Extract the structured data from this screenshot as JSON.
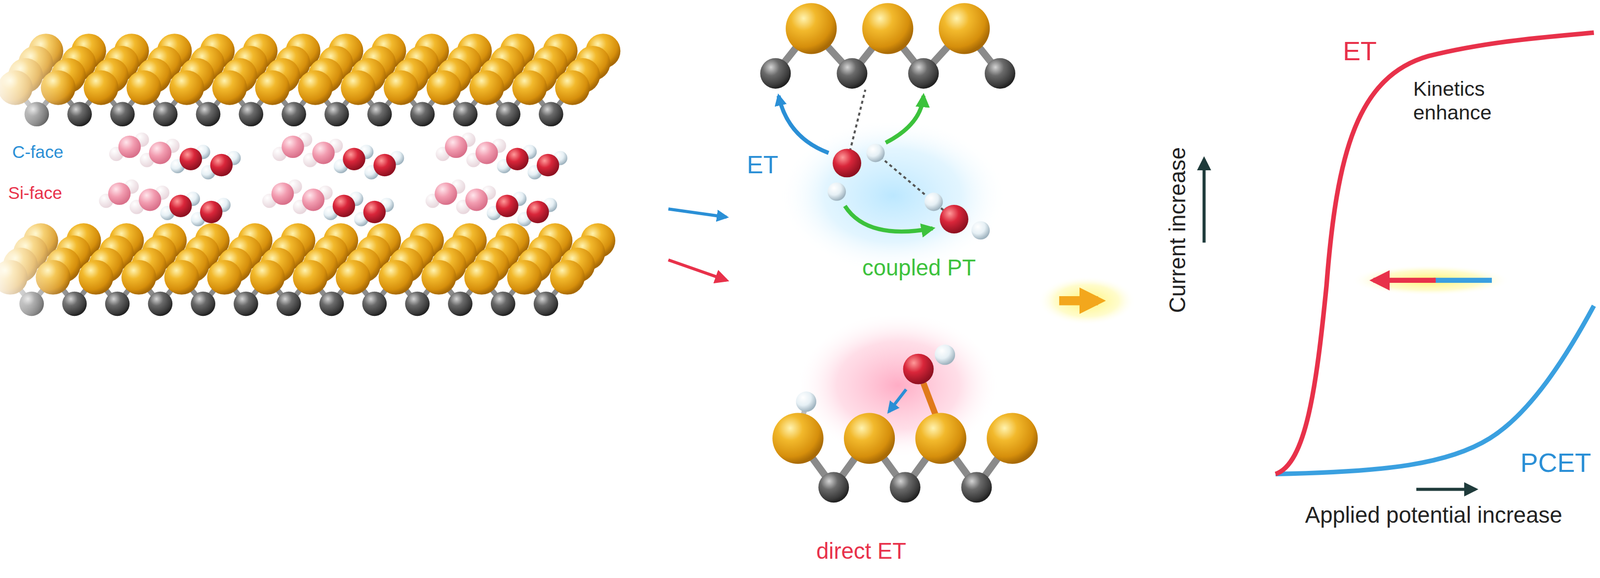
{
  "diagram": {
    "labels": [
      "C-face",
      "Si-face",
      "ET",
      "coupled PT",
      "direct ET",
      "Current increase",
      "ET",
      "Kinetics enhance",
      "PCET",
      "Applied potential increase"
    ]
  }
}
